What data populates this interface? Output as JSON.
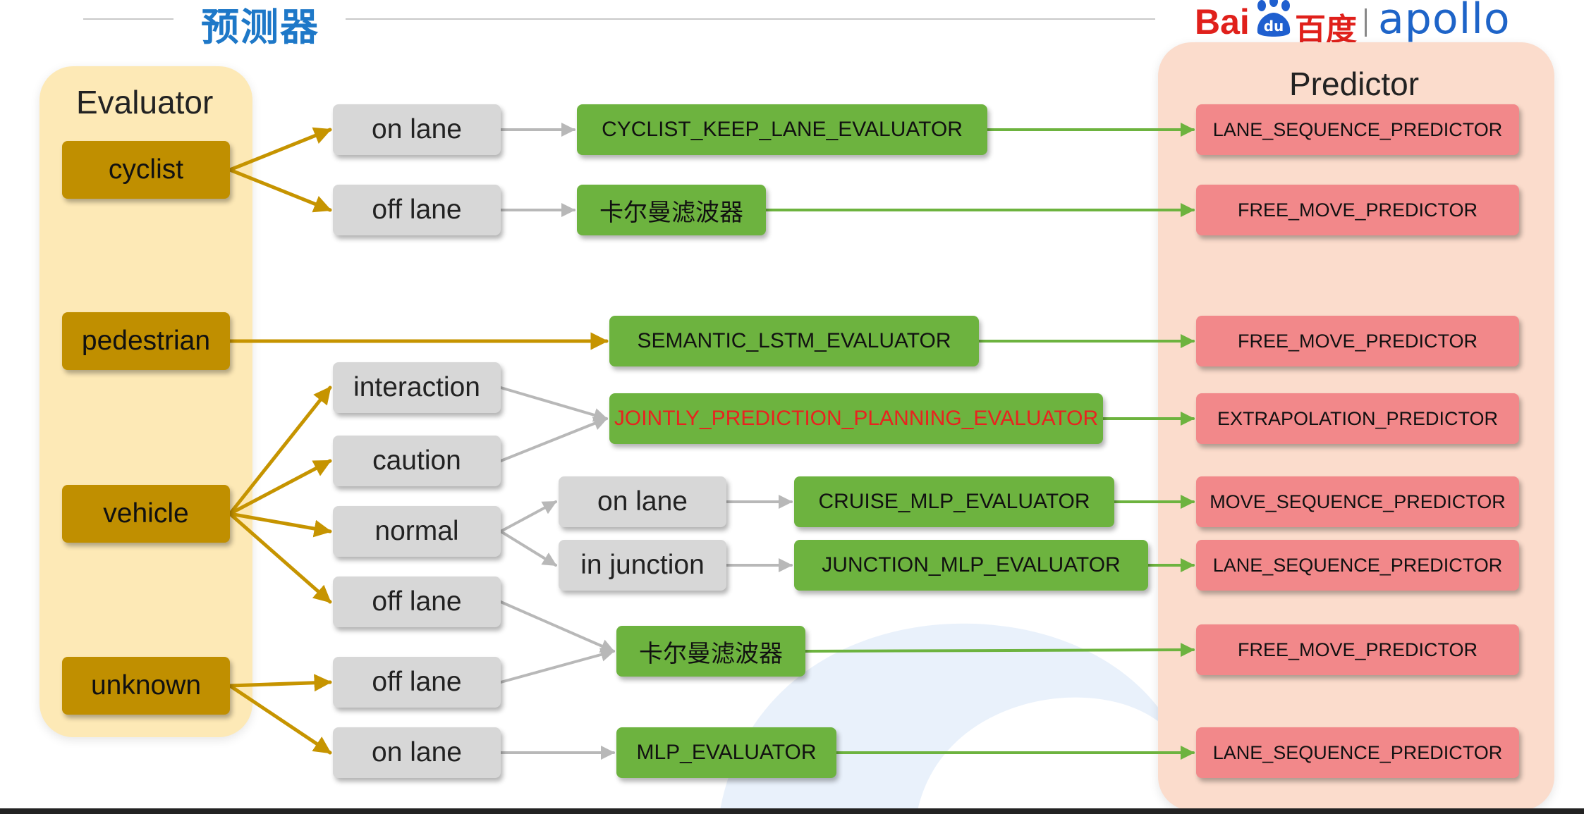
{
  "header": {
    "title": "预测器"
  },
  "logo": {
    "baidu_latin": "Bai",
    "baidu_cn": "百度",
    "apollo": "apollo"
  },
  "panels": {
    "evaluator": "Evaluator",
    "predictor": "Predictor"
  },
  "nodes": {
    "cat_cyclist": "cyclist",
    "cat_pedestrian": "pedestrian",
    "cat_vehicle": "vehicle",
    "cat_unknown": "unknown",
    "c_cyc_on": "on lane",
    "c_cyc_off": "off lane",
    "c_interaction": "interaction",
    "c_caution": "caution",
    "c_normal": "normal",
    "c_veh_off": "off lane",
    "c_unk_off": "off lane",
    "c_unk_on": "on lane",
    "c_norm_on": "on lane",
    "c_norm_junc": "in junction",
    "e_cyclist_keep": "CYCLIST_KEEP_LANE_EVALUATOR",
    "e_kalman1": "卡尔曼滤波器",
    "e_semantic": "SEMANTIC_LSTM_EVALUATOR",
    "e_jointly": "JOINTLY_PREDICTION_PLANNING_EVALUATOR",
    "e_cruise": "CRUISE_MLP_EVALUATOR",
    "e_junction": "JUNCTION_MLP_EVALUATOR",
    "e_kalman2": "卡尔曼滤波器",
    "e_mlp": "MLP_EVALUATOR",
    "p1": "LANE_SEQUENCE_PREDICTOR",
    "p2": "FREE_MOVE_PREDICTOR",
    "p3": "FREE_MOVE_PREDICTOR",
    "p4": "EXTRAPOLATION_PREDICTOR",
    "p5": "MOVE_SEQUENCE_PREDICTOR",
    "p6": "LANE_SEQUENCE_PREDICTOR",
    "p7": "FREE_MOVE_PREDICTOR",
    "p8": "LANE_SEQUENCE_PREDICTOR"
  },
  "edges": [
    [
      "cat_cyclist",
      "c_cyc_on",
      "gold"
    ],
    [
      "cat_cyclist",
      "c_cyc_off",
      "gold"
    ],
    [
      "cat_pedestrian",
      "e_semantic",
      "gold"
    ],
    [
      "cat_vehicle",
      "c_interaction",
      "gold"
    ],
    [
      "cat_vehicle",
      "c_caution",
      "gold"
    ],
    [
      "cat_vehicle",
      "c_normal",
      "gold"
    ],
    [
      "cat_vehicle",
      "c_veh_off",
      "gold"
    ],
    [
      "cat_unknown",
      "c_unk_off",
      "gold"
    ],
    [
      "cat_unknown",
      "c_unk_on",
      "gold"
    ],
    [
      "c_cyc_on",
      "e_cyclist_keep",
      "gray"
    ],
    [
      "c_cyc_off",
      "e_kalman1",
      "gray"
    ],
    [
      "c_interaction",
      "e_jointly",
      "gray"
    ],
    [
      "c_caution",
      "e_jointly",
      "gray"
    ],
    [
      "c_normal",
      "c_norm_on",
      "gray"
    ],
    [
      "c_normal",
      "c_norm_junc",
      "gray"
    ],
    [
      "c_norm_on",
      "e_cruise",
      "gray"
    ],
    [
      "c_norm_junc",
      "e_junction",
      "gray"
    ],
    [
      "c_veh_off",
      "e_kalman2",
      "gray"
    ],
    [
      "c_unk_off",
      "e_kalman2",
      "gray"
    ],
    [
      "c_unk_on",
      "e_mlp",
      "gray"
    ],
    [
      "e_cyclist_keep",
      "p1",
      "green"
    ],
    [
      "e_kalman1",
      "p2",
      "green"
    ],
    [
      "e_semantic",
      "p3",
      "green"
    ],
    [
      "e_jointly",
      "p4",
      "green"
    ],
    [
      "e_cruise",
      "p5",
      "green"
    ],
    [
      "e_junction",
      "p6",
      "green"
    ],
    [
      "e_kalman2",
      "p7",
      "green"
    ],
    [
      "e_mlp",
      "p8",
      "green"
    ]
  ],
  "colors": {
    "gold": "#c69400",
    "gray": "#b8b8b8",
    "green": "#6db33f",
    "highlight_text": "#e8231f",
    "evaluator_panel": "#fde9b6",
    "predictor_panel": "#fbdccc"
  }
}
